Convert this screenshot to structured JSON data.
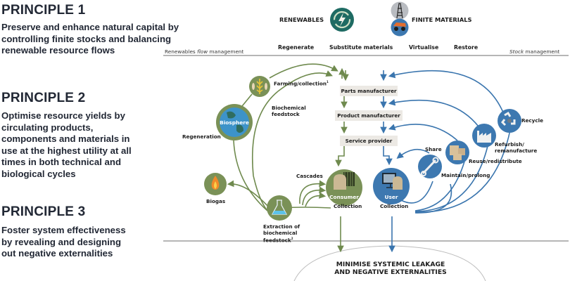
{
  "principles": [
    {
      "title": "PRINCIPLE 1",
      "lines": [
        "Preserve and enhance natural capital by",
        "controlling finite stocks and balancing",
        "renewable resource flows"
      ]
    },
    {
      "title": "PRINCIPLE 2",
      "lines": [
        "Optimise resource yields by",
        "circulating products,",
        "components and materials in",
        "use at the highest utility at all",
        "times in both technical and",
        "biological cycles"
      ]
    },
    {
      "title": "PRINCIPLE 3",
      "lines": [
        "Foster system effectiveness",
        "by revealing and designing",
        "out negative externalities"
      ]
    }
  ],
  "header": {
    "renewables": "RENEWABLES",
    "finite_materials": "FINITE MATERIALS",
    "actions": [
      "Regenerate",
      "Substitute materials",
      "Virtualise",
      "Restore"
    ],
    "left_mgmt_a": "Renewables ",
    "left_mgmt_b": "flow",
    "left_mgmt_c": " management",
    "right_mgmt_a": "Stock",
    "right_mgmt_b": " management"
  },
  "icons": {
    "renewables": "lightning-cycle-icon",
    "finite_top": "oil-rig-icon",
    "finite_bottom": "mining-truck-icon"
  },
  "central_chain": [
    "Parts manufacturer",
    "Product manufacturer",
    "Service provider"
  ],
  "biological": {
    "farming": "Farming/collection",
    "farming_sup": "1",
    "biosphere": "Biosphere",
    "regeneration": "Regeneration",
    "biochemical": [
      "Biochemical",
      "feedstock"
    ],
    "biogas": "Biogas",
    "extraction": [
      "Extraction of",
      "biochemical",
      "feedstock"
    ],
    "extraction_sup": "2",
    "cascades": "Cascades",
    "consumer": "Consumer",
    "collection": "Collection"
  },
  "technical": {
    "recycle": "Recycle",
    "refurbish": [
      "Refurbish/",
      "remanufacture"
    ],
    "reuse": "Reuse/redistribute",
    "share": "Share",
    "maintain": "Maintain/prolong",
    "user": "User",
    "collection": "Collection"
  },
  "leakage": [
    "MINIMISE SYSTEMIC LEAKAGE",
    "AND NEGATIVE EXTERNALITIES"
  ],
  "colors": {
    "green": "#6f8a4e",
    "green_fill": "#7a9157",
    "blue": "#3a75ae",
    "blue_fill": "#3d78b0",
    "teal": "#1e6b63",
    "earth": "#3d93c9",
    "text": "#222835",
    "box": "#ece9e4"
  }
}
